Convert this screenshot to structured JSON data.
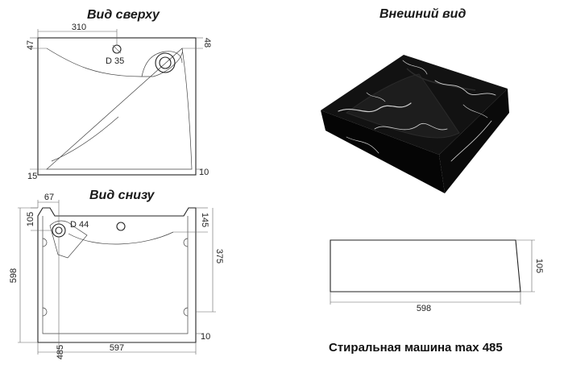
{
  "top_view": {
    "title": "Вид сверху",
    "dim_width": "310",
    "dim_left_top": "47",
    "dim_right_top": "48",
    "dim_hole": "D 35",
    "dim_left_bottom": "15",
    "dim_right_bottom": "10"
  },
  "bottom_view": {
    "title": "Вид снизу",
    "dim_offset": "67",
    "dim_left_top": "105",
    "dim_hole": "D 44",
    "dim_right_top": "145",
    "dim_right_depth": "375",
    "dim_overall_height": "598",
    "dim_right_bottom": "10",
    "dim_bottom_left": "485",
    "dim_bottom_width": "597"
  },
  "exterior_view": {
    "title": "Внешний вид"
  },
  "side_view": {
    "dim_height": "105",
    "dim_width": "598"
  },
  "caption": "Стиральная машина max 485",
  "colors": {
    "line": "#222222",
    "marble": "#0b0b0b",
    "vein": "#cfcfcf"
  }
}
